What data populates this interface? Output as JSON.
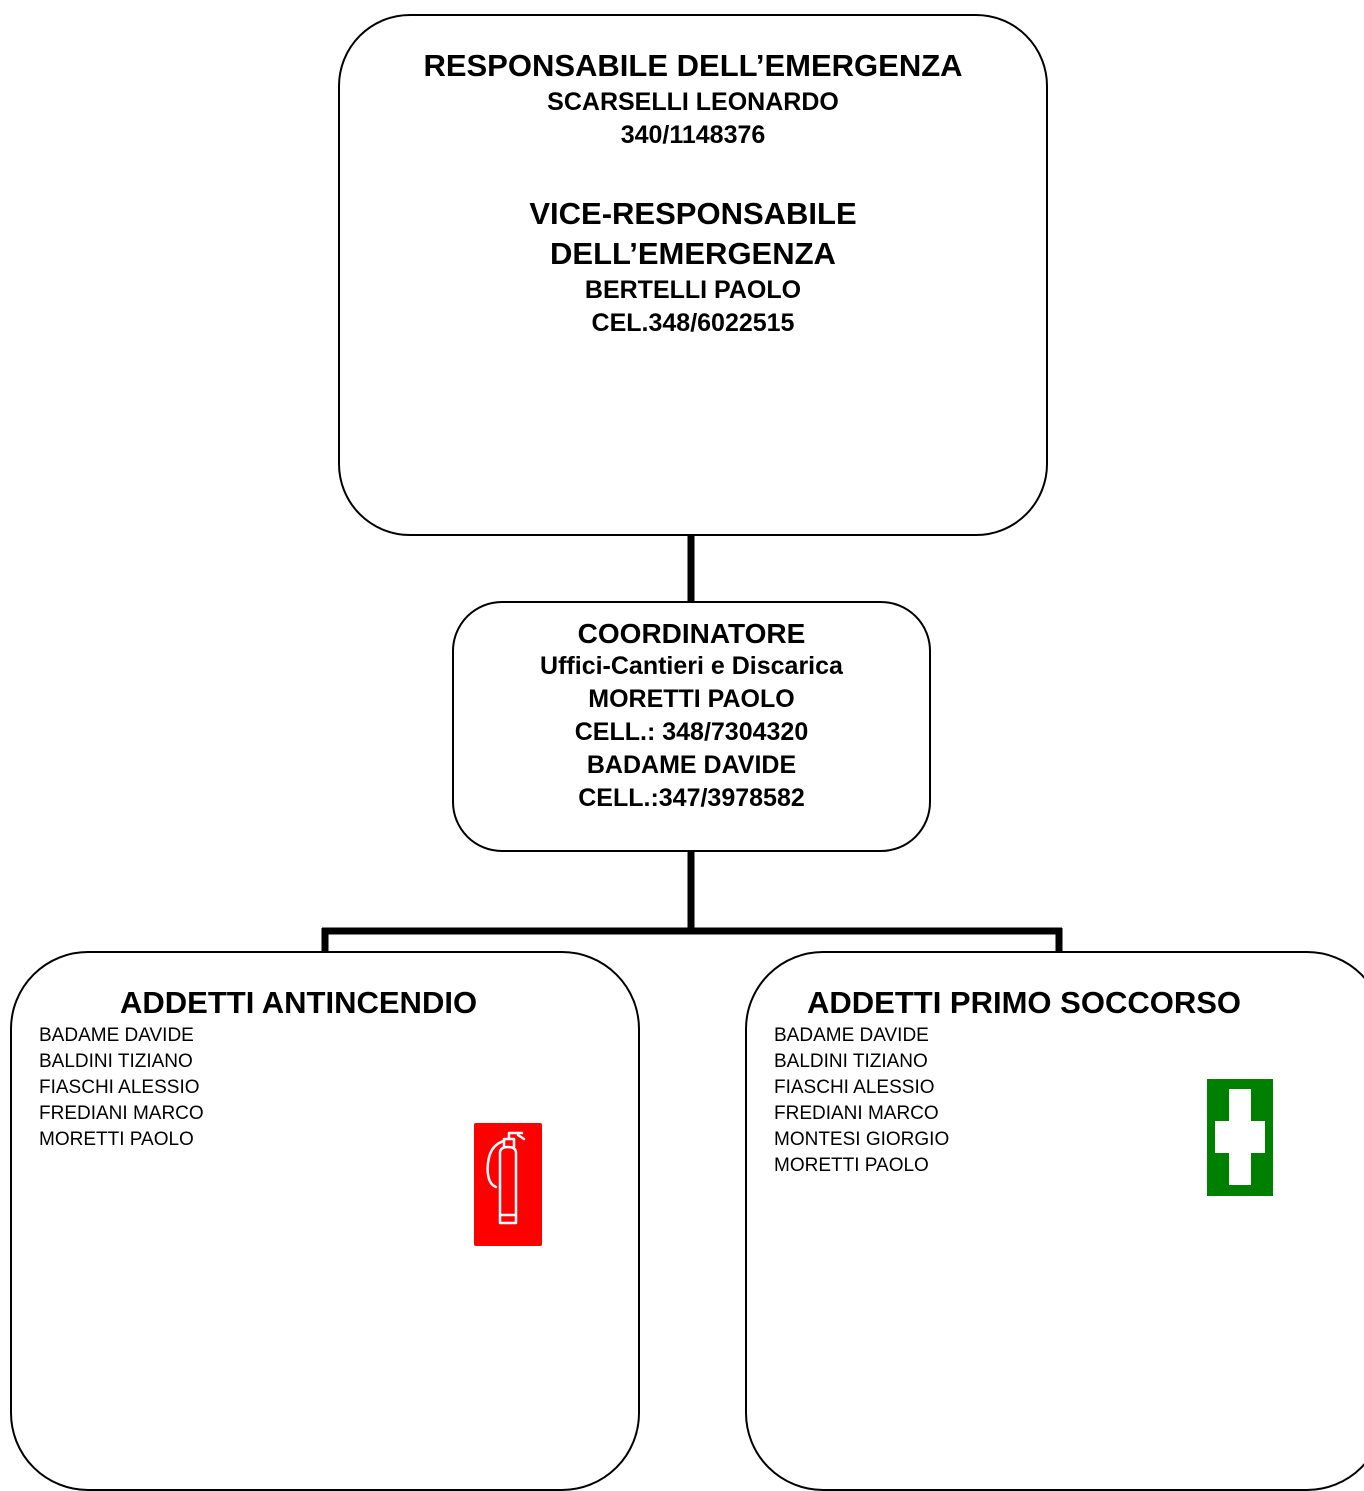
{
  "top_box": {
    "title": "RESPONSABILE DELL’EMERGENZA",
    "name": "SCARSELLI LEONARDO",
    "phone": "340/1148376",
    "vice_title_line1": "VICE-RESPONSABILE",
    "vice_title_line2": "DELL’EMERGENZA",
    "vice_name": "BERTELLI PAOLO",
    "vice_phone": "CEL.348/6022515"
  },
  "middle_box": {
    "title": "COORDINATORE",
    "subtitle": "Uffici-Cantieri e Discarica",
    "name1": "MORETTI PAOLO",
    "phone1": "CELL.: 348/7304320",
    "name2": "BADAME DAVIDE",
    "phone2": "CELL.:347/3978582"
  },
  "left_box": {
    "title": "ADDETTI ANTINCENDIO",
    "members": [
      "BADAME DAVIDE",
      "BALDINI TIZIANO",
      "FIASCHI ALESSIO",
      "FREDIANI MARCO",
      "MORETTI PAOLO"
    ],
    "icon": "fire-extinguisher-icon",
    "icon_color": "#ff0000"
  },
  "right_box": {
    "title": "ADDETTI PRIMO SOCCORSO",
    "members": [
      "BADAME DAVIDE",
      "BALDINI TIZIANO",
      "FIASCHI ALESSIO",
      "FREDIANI MARCO",
      "MONTESI GIORGIO",
      "MORETTI PAOLO"
    ],
    "icon": "first-aid-cross-icon",
    "icon_color": "#008000"
  },
  "connector_color": "#000000"
}
